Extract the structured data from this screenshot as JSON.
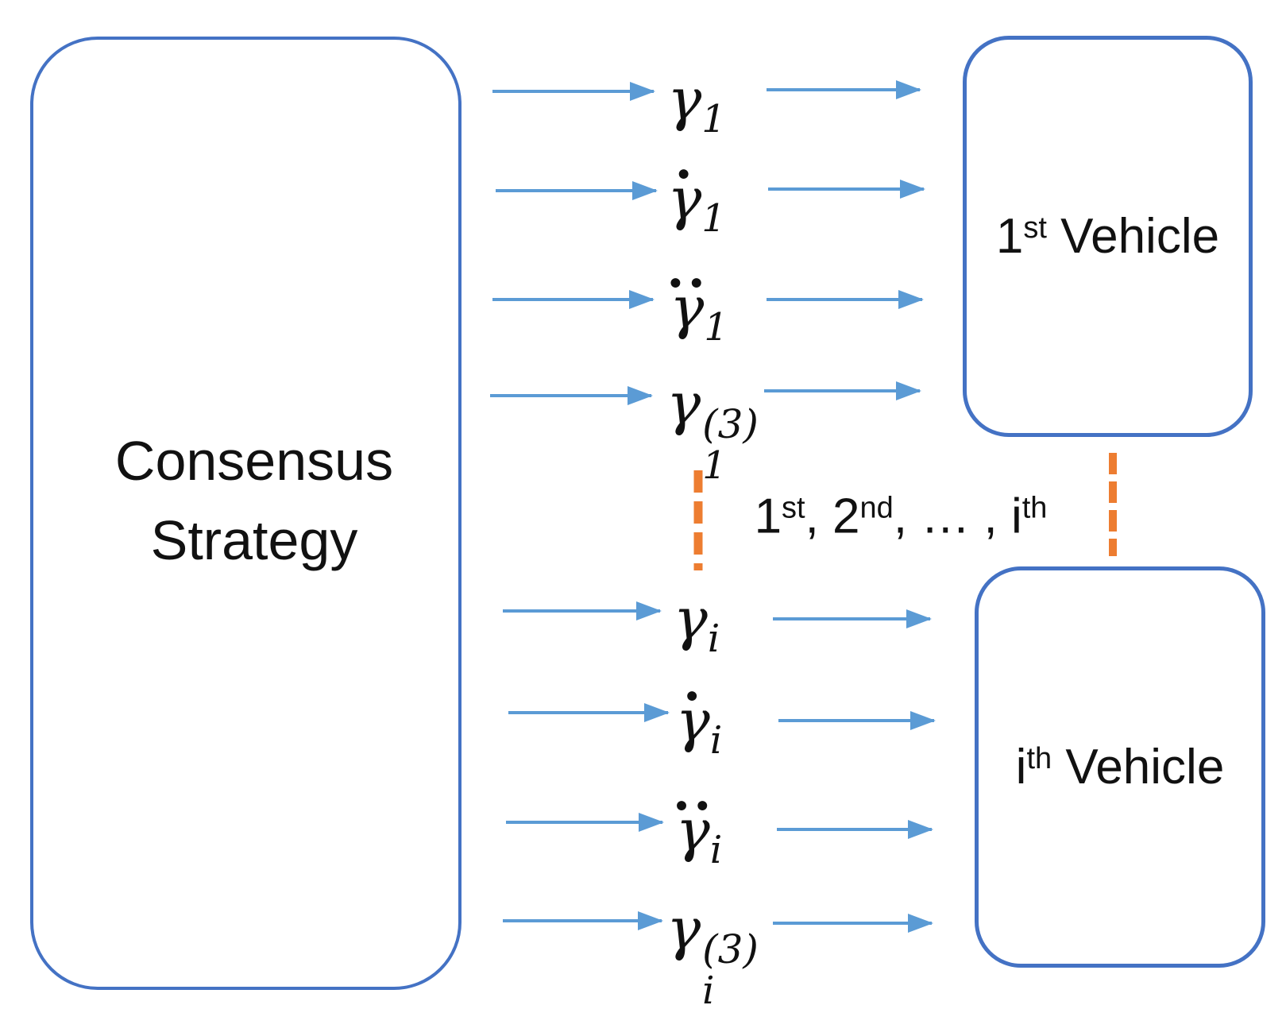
{
  "colors": {
    "arrow": "#5B9BD5",
    "border": "#4472C4",
    "orange": "#ED7D31",
    "text": "#111111"
  },
  "consensus_box": {
    "line1": "Consensus",
    "line2": "Strategy"
  },
  "vehicle_boxes": {
    "first": [
      {
        "t": "1"
      },
      {
        "t": "st",
        "sup": true
      },
      {
        "t": " Vehicle"
      }
    ],
    "ith": [
      {
        "t": "i"
      },
      {
        "t": "th",
        "sup": true
      },
      {
        "t": " Vehicle"
      }
    ]
  },
  "mid_label": [
    {
      "t": "1"
    },
    {
      "t": "st",
      "sup": true
    },
    {
      "t": ", 2"
    },
    {
      "t": "nd",
      "sup": true
    },
    {
      "t": ", … , i"
    },
    {
      "t": "th",
      "sup": true
    }
  ],
  "rows": [
    {
      "name": "gamma_1",
      "accent": "",
      "base": "γ",
      "sub": "1",
      "sup": ""
    },
    {
      "name": "gamma_dot_1",
      "accent": ".",
      "base": "γ",
      "sub": "1",
      "sup": ""
    },
    {
      "name": "gamma_ddot_1",
      "accent": "..",
      "base": "γ",
      "sub": "1",
      "sup": ""
    },
    {
      "name": "gamma_1_third_derivative",
      "accent": "",
      "base": "γ",
      "sub": "1",
      "sup": "(3)"
    },
    {
      "name": "gamma_i",
      "accent": "",
      "base": "γ",
      "sub": "i",
      "sup": ""
    },
    {
      "name": "gamma_dot_i",
      "accent": ".",
      "base": "γ",
      "sub": "i",
      "sup": ""
    },
    {
      "name": "gamma_ddot_i",
      "accent": "..",
      "base": "γ",
      "sub": "i",
      "sup": ""
    },
    {
      "name": "gamma_i_third_derivative",
      "accent": "",
      "base": "γ",
      "sub": "i",
      "sup": "(3)"
    }
  ]
}
